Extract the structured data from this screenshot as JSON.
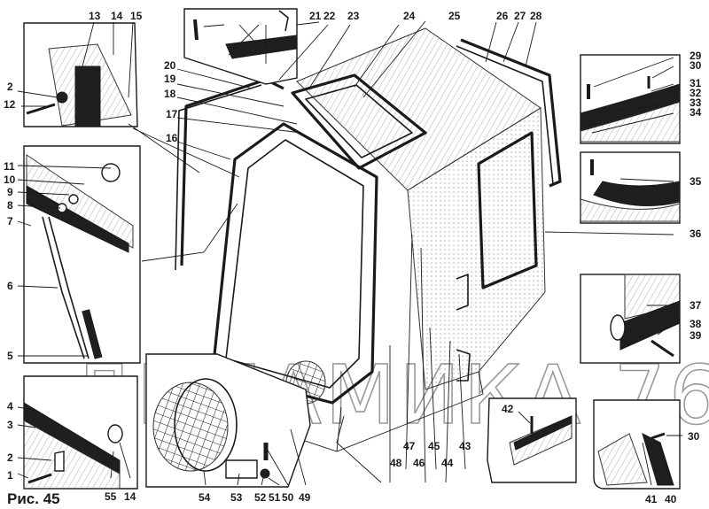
{
  "figure": {
    "caption": "Рис. 45",
    "watermark": "ДИНАМИКА 76",
    "subject": "tractor-cab-exploded-view"
  },
  "callouts": {
    "top_left_inset": [
      "13",
      "14",
      "15",
      "2",
      "12"
    ],
    "top_center_inset": [
      "21",
      "22",
      "23",
      "24"
    ],
    "main_upper": [
      "25",
      "26",
      "27",
      "28",
      "20",
      "19",
      "18",
      "17",
      "16"
    ],
    "right_inset_top": [
      "29",
      "30",
      "31",
      "32",
      "33",
      "34"
    ],
    "right_inset_mid": [
      "35"
    ],
    "main_right": [
      "36"
    ],
    "left_inset_mid": [
      "11",
      "10",
      "9",
      "8",
      "7",
      "6",
      "5"
    ],
    "right_inset_lower": [
      "37",
      "38",
      "39"
    ],
    "bottom_left_inset": [
      "4",
      "3",
      "2",
      "1",
      "55",
      "14"
    ],
    "bottom_center_inset": [
      "54",
      "53",
      "52",
      "51",
      "50",
      "49"
    ],
    "main_bottom": [
      "48",
      "47",
      "46",
      "45",
      "44",
      "43"
    ],
    "bottom_inset_42": [
      "42"
    ],
    "bottom_right_inset": [
      "30",
      "41",
      "40"
    ]
  },
  "labels": {
    "l1": "1",
    "l2": "2",
    "l2b": "2",
    "l3": "3",
    "l4": "4",
    "l5": "5",
    "l6": "6",
    "l7": "7",
    "l8": "8",
    "l9": "9",
    "l10": "10",
    "l11": "11",
    "l12": "12",
    "l13": "13",
    "l14": "14",
    "l14b": "14",
    "l15": "15",
    "l16": "16",
    "l17": "17",
    "l18": "18",
    "l19": "19",
    "l20": "20",
    "l21": "21",
    "l22": "22",
    "l23": "23",
    "l24": "24",
    "l25": "25",
    "l26": "26",
    "l27": "27",
    "l28": "28",
    "l29": "29",
    "l30": "30",
    "l30b": "30",
    "l31": "31",
    "l32": "32",
    "l33": "33",
    "l34": "34",
    "l35": "35",
    "l36": "36",
    "l37": "37",
    "l38": "38",
    "l39": "39",
    "l40": "40",
    "l41": "41",
    "l42": "42",
    "l43": "43",
    "l44": "44",
    "l45": "45",
    "l46": "46",
    "l47": "47",
    "l48": "48",
    "l49": "49",
    "l50": "50",
    "l51": "51",
    "l52": "52",
    "l53": "53",
    "l54": "54",
    "l55": "55"
  }
}
